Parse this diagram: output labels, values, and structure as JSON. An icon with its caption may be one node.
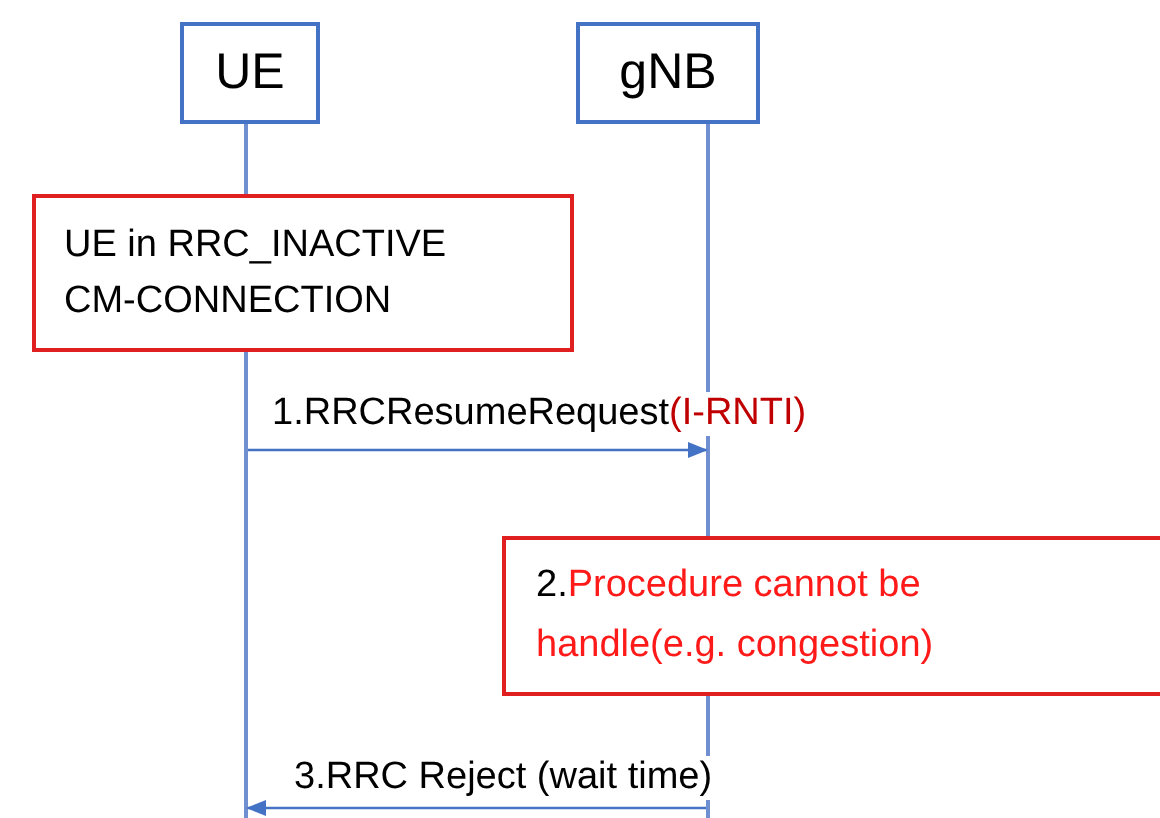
{
  "diagram": {
    "nodes": [
      {
        "text": [
          "UE"
        ]
      },
      {
        "text": [
          "gNB"
        ]
      },
      {
        "text": [],
        "shape": "line"
      },
      {
        "text": [],
        "shape": "line"
      },
      {
        "text": [
          "UE in RRC_INACTIVE CM-CONNECTION"
        ]
      },
      {
        "text": [
          "2.",
          "Procedure cannot be handle(e.g. congestion)"
        ]
      }
    ],
    "edges": [
      {
        "from": 2,
        "to": 3,
        "arrow": "to",
        "label": "1.RRCResumeRequest"
      },
      {
        "from": 3,
        "to": 2,
        "arrow": "to",
        "label": "3.RRC Reject (wait time)"
      }
    ],
    "labels": [
      "(I-RNTI)"
    ]
  }
}
